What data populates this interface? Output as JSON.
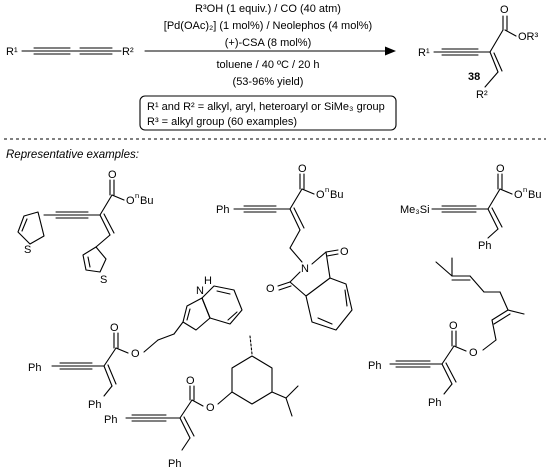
{
  "reaction": {
    "cond_r3oh": "R³OH (1 equiv.) / CO (40 atm)",
    "cond_catalyst": "[Pd(OAc)₂] (1 mol%) / Neolephos (4 mol%)",
    "cond_csa": "(+)-CSA (8 mol%)",
    "cond_solvent": "toluene / 40 ºC / 20 h",
    "cond_yield": "(53-96% yield)",
    "scope_line1": "R¹ and R² = alkyl, aryl, heteroaryl or SiMe₃ group",
    "scope_line2": "R³ = alkyl group (60 examples)",
    "sm_r1": "R¹",
    "sm_r2": "R²",
    "prod_r1": "R¹",
    "prod_r2": "R²",
    "prod_or3": "OR³",
    "prod_o": "O",
    "compound_number": "38"
  },
  "examples_header": "Representative examples:",
  "examples": {
    "ex1": {
      "o_carbonyl": "O",
      "o_ester": "O",
      "n_label": "n",
      "bu_label": "Bu",
      "s1": "S",
      "s2": "S"
    },
    "ex2": {
      "ph": "Ph",
      "o_carbonyl": "O",
      "o_ester": "O",
      "n_label": "n",
      "bu_label": "Bu",
      "n_atom": "N",
      "o_imide1": "O",
      "o_imide2": "O"
    },
    "ex3": {
      "tms": "Me₃Si",
      "o_carbonyl": "O",
      "o_ester": "O",
      "n_label": "n",
      "bu_label": "Bu",
      "ph": "Ph"
    },
    "ex4": {
      "nh": "H",
      "n": "N",
      "o_carbonyl": "O",
      "o_ester": "O",
      "ph1": "Ph",
      "ph2": "Ph"
    },
    "ex5": {
      "o_carbonyl": "O",
      "o_ester": "O",
      "ph1": "Ph",
      "ph2": "Ph"
    },
    "ex6": {
      "o_carbonyl": "O",
      "o_ester": "O",
      "ph1": "Ph",
      "ph2": "Ph"
    }
  }
}
